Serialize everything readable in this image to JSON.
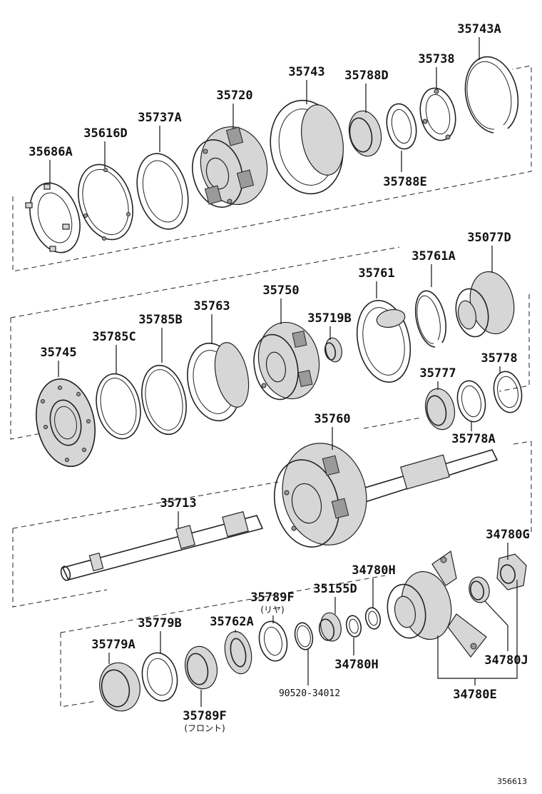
{
  "labels": {
    "p35743A": "35743A",
    "p35738": "35738",
    "p35743": "35743",
    "p35788D": "35788D",
    "p35720": "35720",
    "p35737A": "35737A",
    "p35616D": "35616D",
    "p35686A": "35686A",
    "p35788E": "35788E",
    "p35077D": "35077D",
    "p35761A": "35761A",
    "p35761": "35761",
    "p35750": "35750",
    "p35763": "35763",
    "p35719B": "35719B",
    "p35785B": "35785B",
    "p35785C": "35785C",
    "p35745": "35745",
    "p35778": "35778",
    "p35777": "35777",
    "p35778A": "35778A",
    "p35760": "35760",
    "p35713": "35713",
    "p34780G": "34780G",
    "p34780H_top": "34780H",
    "p35155D": "35155D",
    "p35789F_rear": "35789F",
    "rear_note": "(リヤ)",
    "p35779B": "35779B",
    "p35762A": "35762A",
    "p35779A": "35779A",
    "p34780H_bottom": "34780H",
    "p34780J": "34780J",
    "p90520": "90520-34012",
    "p34780E": "34780E",
    "p35789F_front": "35789F",
    "front_note": "(フロント)"
  },
  "figure_ref": "356613"
}
